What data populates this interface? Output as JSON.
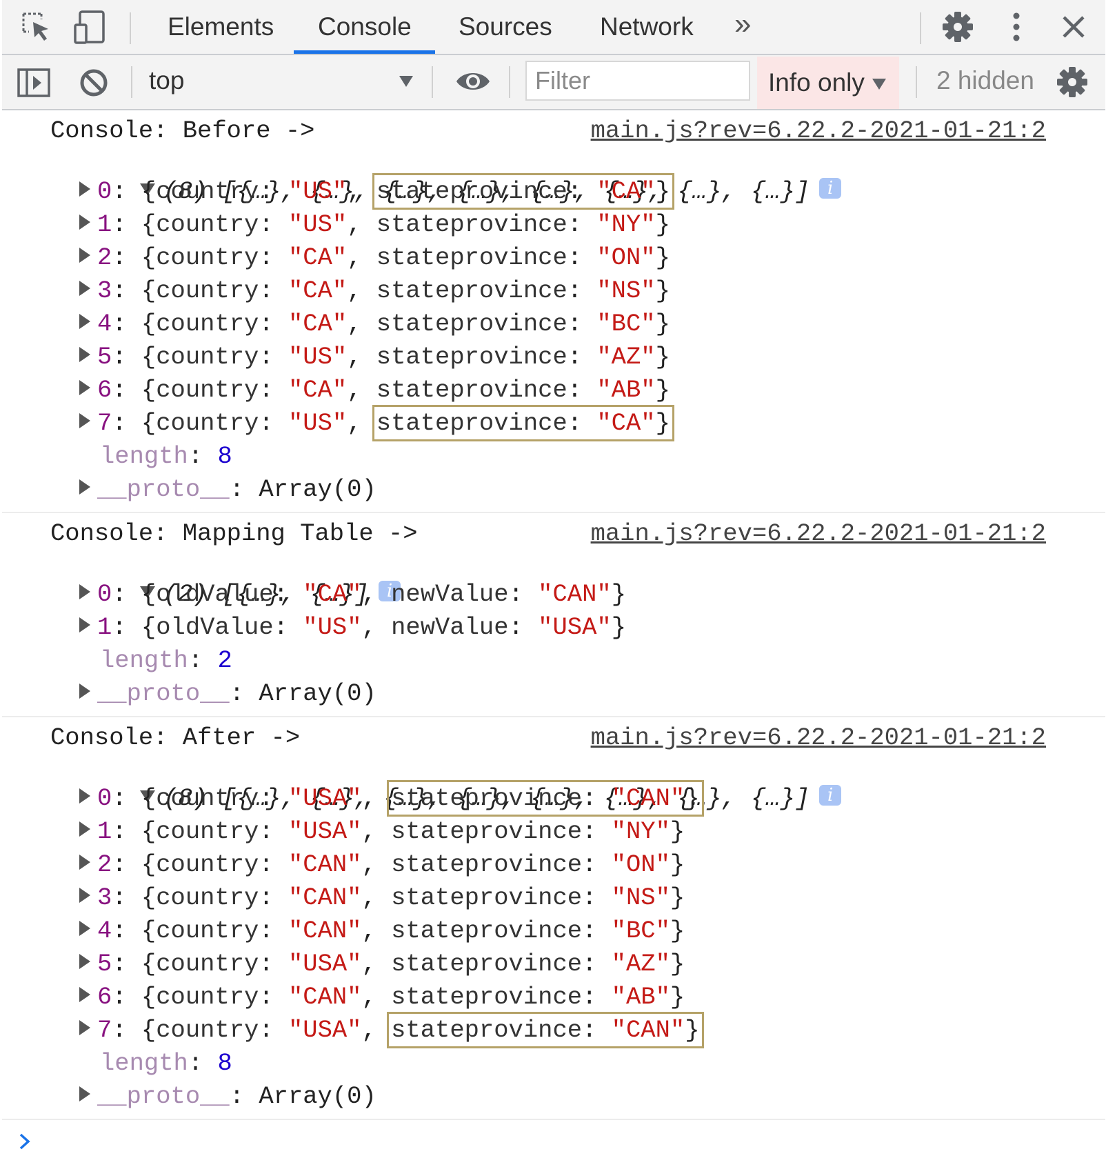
{
  "toolbar": {
    "tabs": [
      {
        "label": "Elements",
        "active": false
      },
      {
        "label": "Console",
        "active": true
      },
      {
        "label": "Sources",
        "active": false
      },
      {
        "label": "Network",
        "active": false
      }
    ],
    "more_tabs": "»",
    "icons": [
      "inspect-element-icon",
      "device-toggle-icon",
      "settings-gear-icon",
      "more-options-icon",
      "close-icon"
    ],
    "accent_color": "#1a73e8"
  },
  "console_toolbar": {
    "context": "top",
    "filter_placeholder": "Filter",
    "filter_value": "",
    "levels": "Info only",
    "hidden": "2 hidden",
    "levels_bg": "#fbe6e6"
  },
  "messages": [
    {
      "title": "Console: Before ->",
      "source": "main.js?rev=6.22.2-2021-01-21:2",
      "summary": "(8) [{…}, {…}, {…}, {…}, {…}, {…}, {…}, {…}]",
      "items": [
        {
          "index": "0",
          "country": "\"US\"",
          "state": "\"CA\"",
          "highlight": true
        },
        {
          "index": "1",
          "country": "\"US\"",
          "state": "\"NY\"",
          "highlight": false
        },
        {
          "index": "2",
          "country": "\"CA\"",
          "state": "\"ON\"",
          "highlight": false
        },
        {
          "index": "3",
          "country": "\"CA\"",
          "state": "\"NS\"",
          "highlight": false
        },
        {
          "index": "4",
          "country": "\"CA\"",
          "state": "\"BC\"",
          "highlight": false
        },
        {
          "index": "5",
          "country": "\"US\"",
          "state": "\"AZ\"",
          "highlight": false
        },
        {
          "index": "6",
          "country": "\"CA\"",
          "state": "\"AB\"",
          "highlight": false
        },
        {
          "index": "7",
          "country": "\"US\"",
          "state": "\"CA\"",
          "highlight": true
        }
      ],
      "length": "8"
    },
    {
      "title": "Console: Mapping Table ->",
      "source": "main.js?rev=6.22.2-2021-01-21:2",
      "summary": "(2) [{…}, {…}]",
      "items": [
        {
          "index": "0",
          "old": "\"CA\"",
          "new": "\"CAN\""
        },
        {
          "index": "1",
          "old": "\"US\"",
          "new": "\"USA\""
        }
      ],
      "length": "2"
    },
    {
      "title": "Console: After ->",
      "source": "main.js?rev=6.22.2-2021-01-21:2",
      "summary": "(8) [{…}, {…}, {…}, {…}, {…}, {…}, {…}, {…}]",
      "items": [
        {
          "index": "0",
          "country": "\"USA\"",
          "state": "\"CAN\"",
          "highlight": true
        },
        {
          "index": "1",
          "country": "\"USA\"",
          "state": "\"NY\"",
          "highlight": false
        },
        {
          "index": "2",
          "country": "\"CAN\"",
          "state": "\"ON\"",
          "highlight": false
        },
        {
          "index": "3",
          "country": "\"CAN\"",
          "state": "\"NS\"",
          "highlight": false
        },
        {
          "index": "4",
          "country": "\"CAN\"",
          "state": "\"BC\"",
          "highlight": false
        },
        {
          "index": "5",
          "country": "\"USA\"",
          "state": "\"AZ\"",
          "highlight": false
        },
        {
          "index": "6",
          "country": "\"CAN\"",
          "state": "\"AB\"",
          "highlight": false
        },
        {
          "index": "7",
          "country": "\"USA\"",
          "state": "\"CAN\"",
          "highlight": true
        }
      ],
      "length": "8"
    }
  ],
  "tokens": {
    "length_key": "length",
    "proto_key": "__proto__",
    "proto_value": "Array(0)",
    "country_key": "country",
    "state_key": "stateprovince",
    "old_key": "oldValue",
    "new_key": "newValue",
    "info_badge": "i"
  },
  "colors": {
    "string": "#c41a16",
    "number": "#1c00cf",
    "index_key": "#881280",
    "highlight_border": "#b5a268"
  }
}
